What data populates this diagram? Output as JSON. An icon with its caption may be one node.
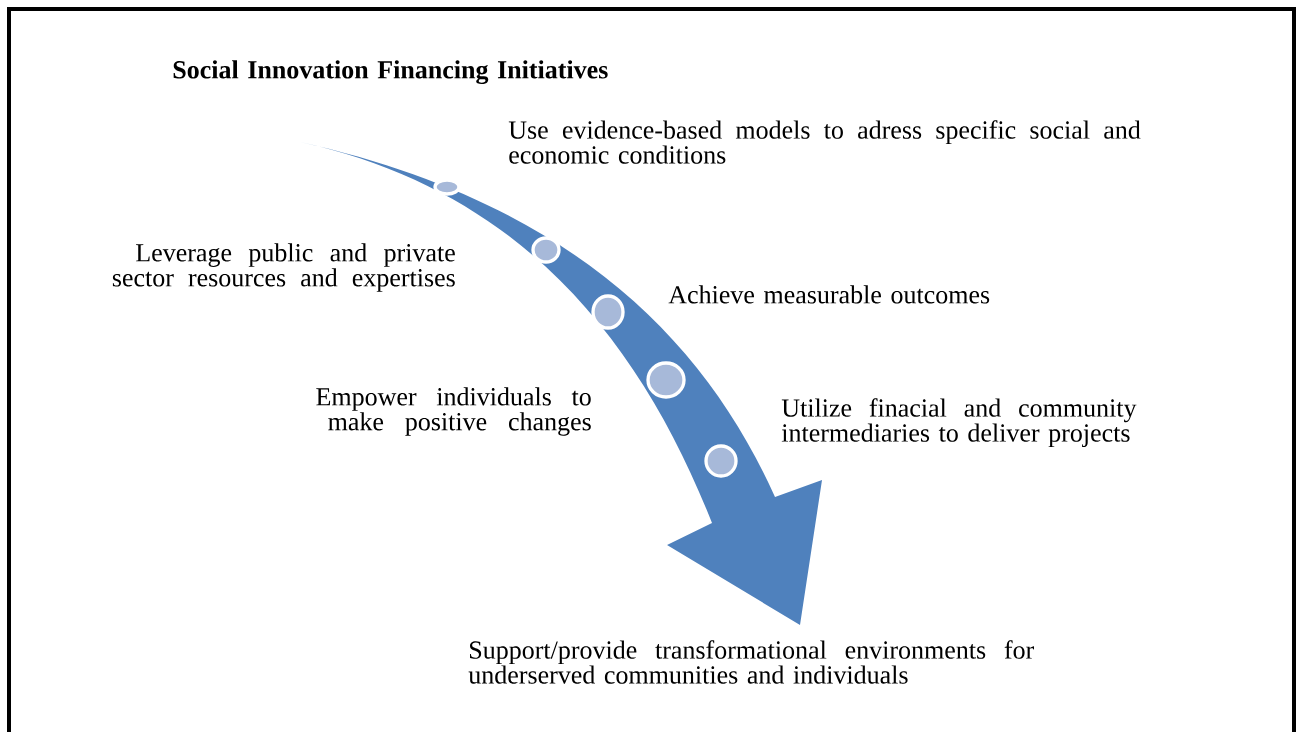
{
  "diagram": {
    "title": "Social Innovation Financing Initiatives",
    "labels": [
      "Use evidence-based models to adress specific social and economic conditions",
      "Leverage public and private sector resources and expertises",
      "Achieve measurable outcomes",
      "Empower individuals to make positive changes",
      "Utilize finacial and community intermediaries to deliver projects",
      "Support/provide transformational environments for underserved communities and individuals"
    ]
  }
}
